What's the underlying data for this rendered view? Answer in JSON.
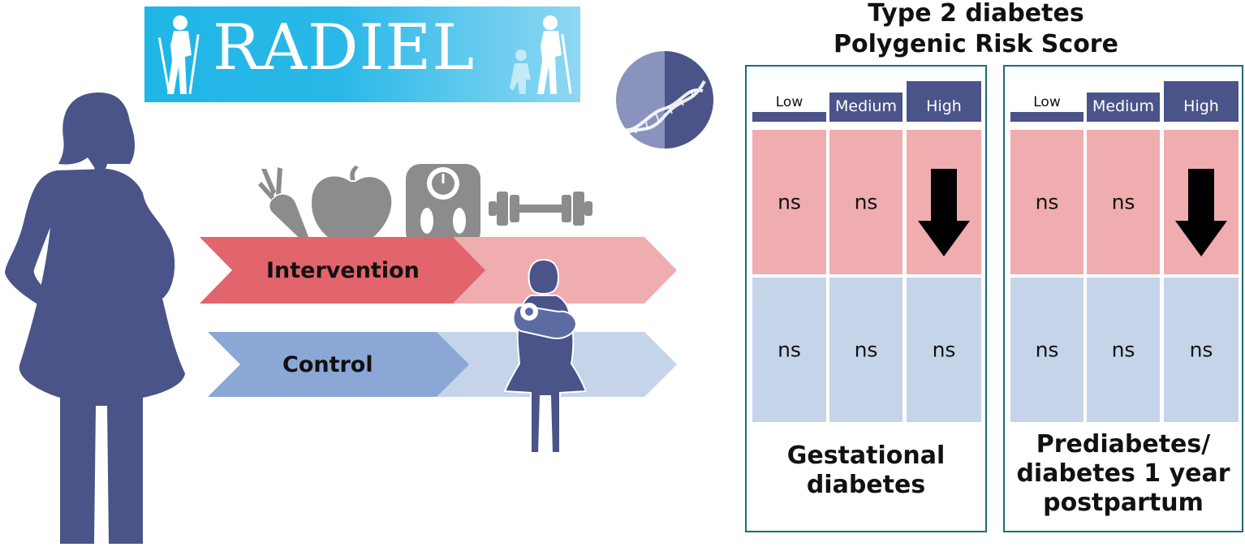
{
  "logo": {
    "text": "RADIEL"
  },
  "arms": {
    "intervention": "Intervention",
    "control": "Control"
  },
  "title": {
    "line1": "Type 2 diabetes",
    "line2": "Polygenic Risk Score"
  },
  "panels": [
    {
      "levels": [
        "Low",
        "Medium",
        "High"
      ],
      "intervention_row": [
        "ns",
        "ns",
        "down-arrow"
      ],
      "control_row": [
        "ns",
        "ns",
        "ns"
      ],
      "outcome": [
        "Gestational",
        "diabetes"
      ]
    },
    {
      "levels": [
        "Low",
        "Medium",
        "High"
      ],
      "intervention_row": [
        "ns",
        "ns",
        "down-arrow"
      ],
      "control_row": [
        "ns",
        "ns",
        "ns"
      ],
      "outcome": [
        "Prediabetes/",
        "diabetes 1 year",
        "postpartum"
      ]
    }
  ],
  "colors": {
    "silhouette": "#4a5489",
    "intervention": "#e2646c",
    "intervention_light": "#efadb0",
    "control": "#8aa7d6",
    "control_light": "#c6d4ea",
    "header": "#4a5489",
    "panel_border": "#1d6b7a",
    "banner": "#2ab8e8",
    "icons": "#8c8c8c"
  },
  "icons": [
    "walker-icon",
    "dna-icon",
    "carrot-icon",
    "apple-icon",
    "scale-icon",
    "dumbbell-icon",
    "pregnant-woman-icon",
    "mother-with-baby-icon",
    "down-arrow-icon"
  ]
}
